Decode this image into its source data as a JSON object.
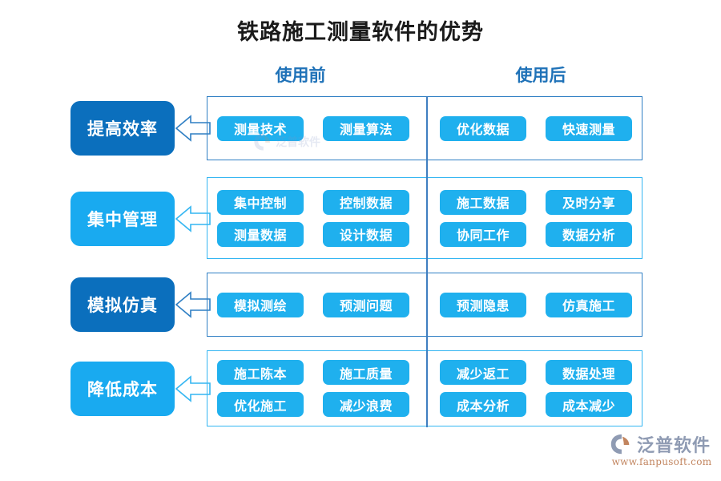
{
  "title": "铁路施工测量软件的优势",
  "columns": {
    "before": "使用前",
    "after": "使用后"
  },
  "colors": {
    "title_text": "#1a1a1a",
    "header_text": "#1f72b8",
    "category_dark": "#0b6fbd",
    "category_light": "#19aaf0",
    "pill": "#1fb0ee",
    "container_border_dark": "#2f7fc4",
    "container_border_light": "#34b6f2",
    "divider": "#3f7ec0",
    "logo_text": "#8f9bb3",
    "logo_url": "#c2855f"
  },
  "rows": [
    {
      "category": "提高效率",
      "category_style": "dark",
      "border_style": "dark",
      "lines": [
        {
          "before": [
            "测量技术",
            "测量算法"
          ],
          "after": [
            "优化数据",
            "快速测量"
          ]
        }
      ]
    },
    {
      "category": "集中管理",
      "category_style": "light",
      "border_style": "light",
      "lines": [
        {
          "before": [
            "集中控制",
            "控制数据"
          ],
          "after": [
            "施工数据",
            "及时分享"
          ]
        },
        {
          "before": [
            "测量数据",
            "设计数据"
          ],
          "after": [
            "协同工作",
            "数据分析"
          ]
        }
      ]
    },
    {
      "category": "模拟仿真",
      "category_style": "dark",
      "border_style": "dark",
      "lines": [
        {
          "before": [
            "模拟测绘",
            "预测问题"
          ],
          "after": [
            "预测隐患",
            "仿真施工"
          ]
        }
      ]
    },
    {
      "category": "降低成本",
      "category_style": "light",
      "border_style": "light",
      "lines": [
        {
          "before": [
            "施工陈本",
            "施工质量"
          ],
          "after": [
            "减少返工",
            "数据处理"
          ]
        },
        {
          "before": [
            "优化施工",
            "减少浪费"
          ],
          "after": [
            "成本分析",
            "成本减少"
          ]
        }
      ]
    }
  ],
  "logo": {
    "name": "泛普软件",
    "url": "www.fanpusoft.com"
  }
}
